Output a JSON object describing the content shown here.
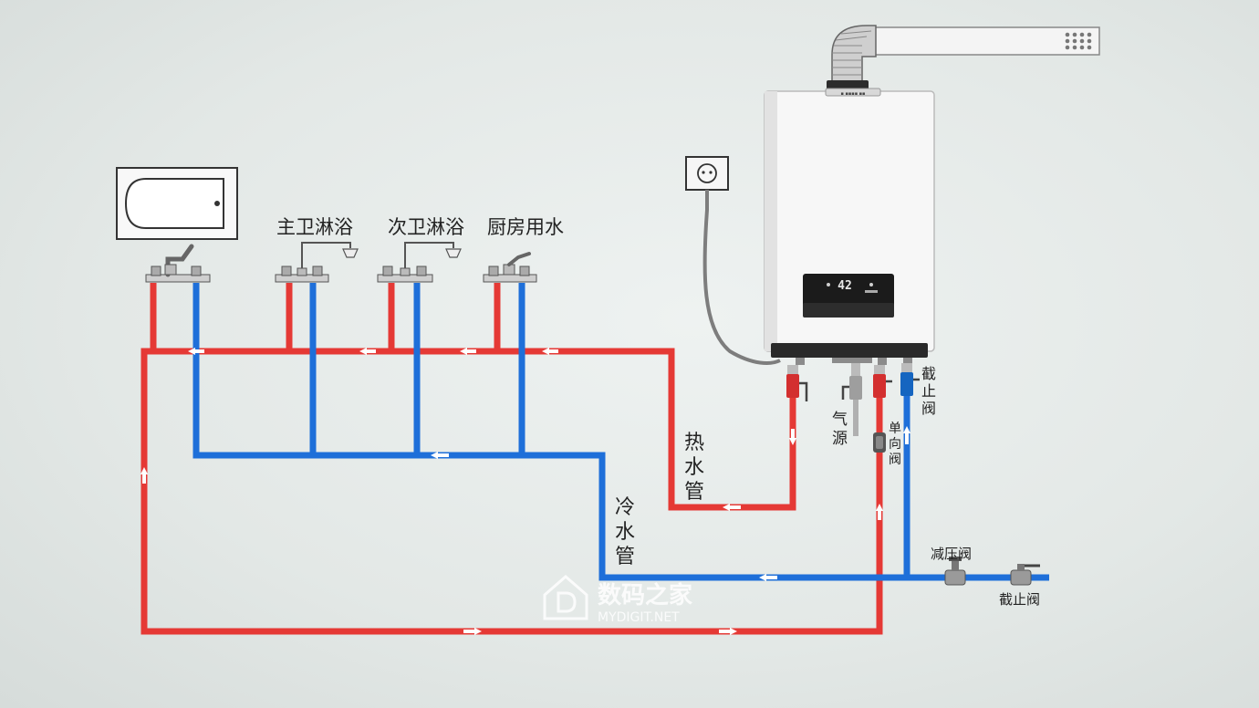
{
  "labels": {
    "main_shower": "主卫淋浴",
    "second_shower": "次卫淋浴",
    "kitchen": "厨房用水",
    "hot_pipe": [
      "热",
      "水",
      "管"
    ],
    "cold_pipe": [
      "冷",
      "水",
      "管"
    ],
    "gas_source": [
      "气",
      "源"
    ],
    "check_valve": [
      "单",
      "向",
      "阀"
    ],
    "stop_valve_top": [
      "截",
      "止",
      "阀"
    ],
    "pressure_valve": "减压阀",
    "stop_valve_bottom": "截止阀"
  },
  "heater": {
    "display_value": "42"
  },
  "watermark": {
    "cn": "数码之家",
    "en": "MYDIGIT.NET"
  },
  "colors": {
    "hot": "#e53935",
    "cold": "#1e6fd9",
    "background": "#e6ebe9"
  }
}
